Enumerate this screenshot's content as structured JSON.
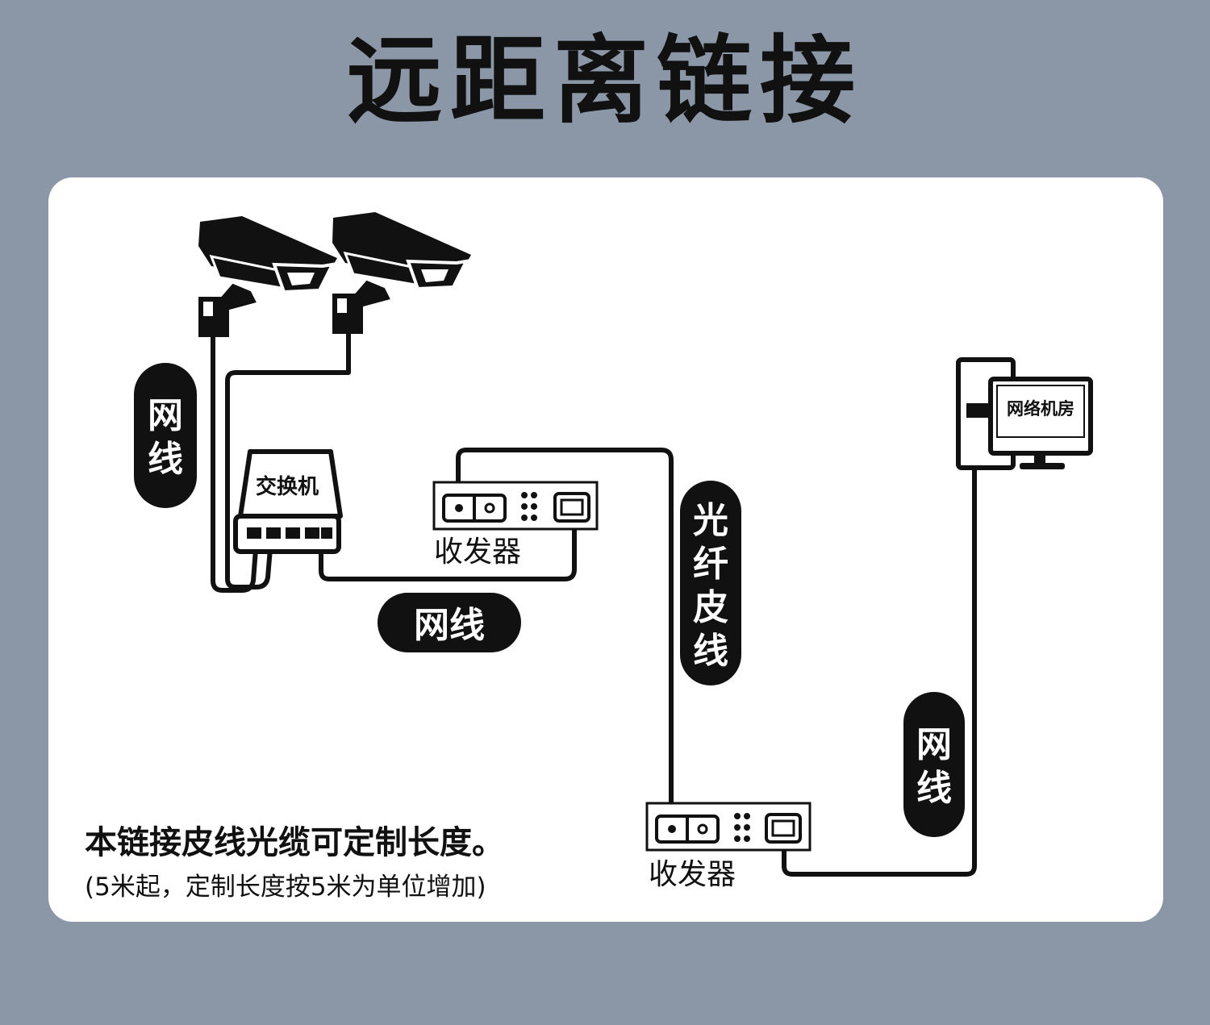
{
  "title": "远距离链接",
  "labels": {
    "cable_left": "网线",
    "cable_mid": "网线",
    "cable_right": "网线",
    "fiber": "光纤皮线",
    "switch": "交换机",
    "transceiver_top": "收发器",
    "transceiver_bottom": "收发器",
    "server_room": "网络机房"
  },
  "note": {
    "main": "本链接皮线光缆可定制长度。",
    "sub": "(5米起，定制长度按5米为单位增加)"
  },
  "colors": {
    "background": "#8b97a6",
    "panel": "#ffffff",
    "ink": "#111111"
  }
}
